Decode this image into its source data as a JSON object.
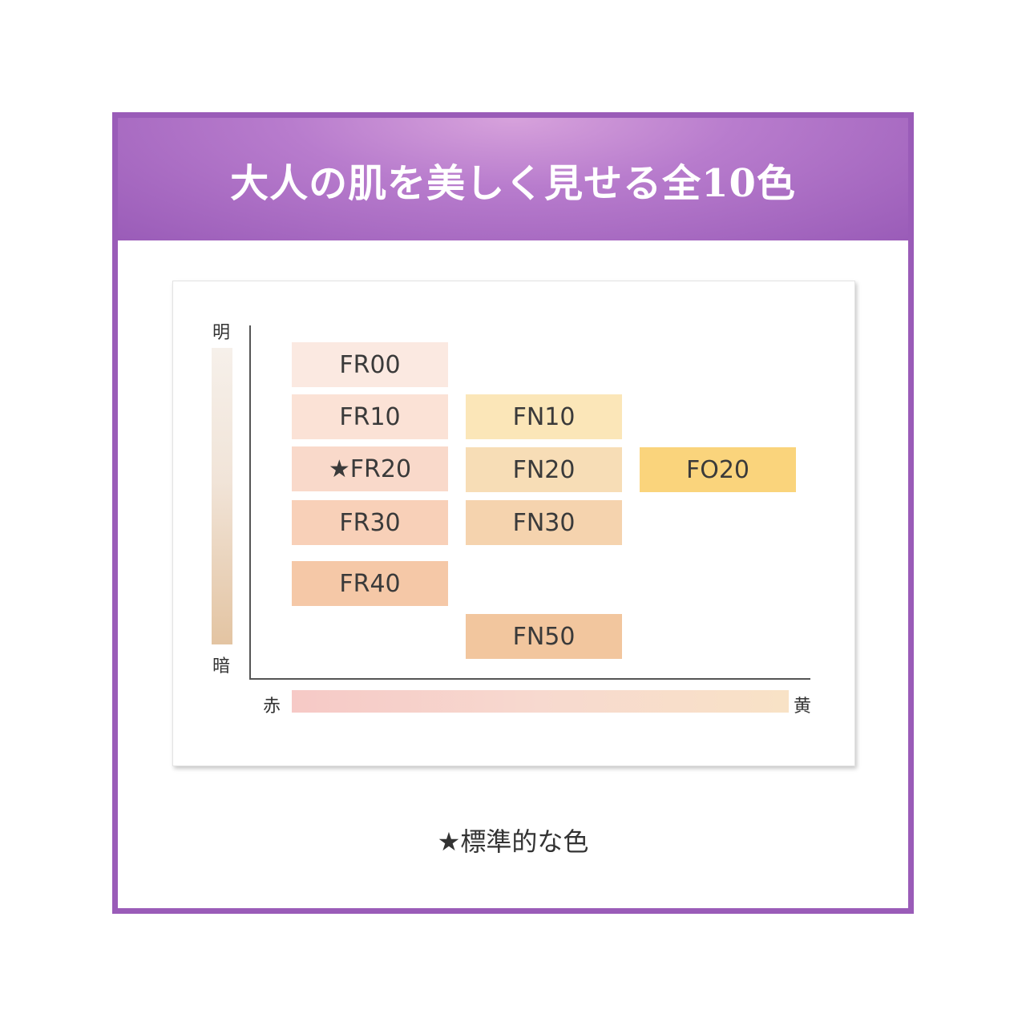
{
  "banner": {
    "title": "大人の肌を美しく見せる全10色"
  },
  "axes": {
    "top": "明",
    "bottom": "暗",
    "left": "赤",
    "right": "黄"
  },
  "shades": [
    {
      "label": "FR00",
      "color": "#fbe9e1"
    },
    {
      "label": "FR10",
      "color": "#fbe2d6"
    },
    {
      "label": "★FR20",
      "color": "#f9d9ca"
    },
    {
      "label": "FR30",
      "color": "#f8d0b8"
    },
    {
      "label": "FR40",
      "color": "#f5c8a7"
    },
    {
      "label": "FN10",
      "color": "#fbe6b8"
    },
    {
      "label": "FN20",
      "color": "#f7ddb6"
    },
    {
      "label": "FN30",
      "color": "#f5d3ae"
    },
    {
      "label": "FN50",
      "color": "#f2c69e"
    },
    {
      "label": "FO20",
      "color": "#fad47c"
    }
  ],
  "footnote": "★標準的な色",
  "colors": {
    "frame": "#9a5cb8"
  }
}
